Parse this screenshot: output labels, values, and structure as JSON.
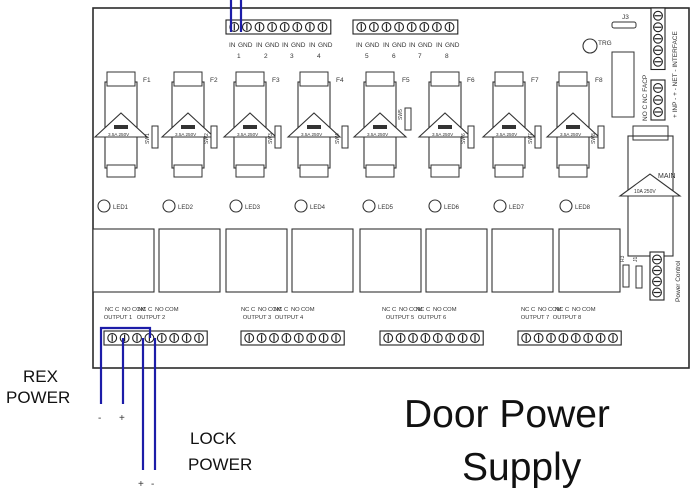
{
  "title": [
    "Door Power",
    "Supply"
  ],
  "rex_label": [
    "REX",
    "POWER"
  ],
  "lock_label": [
    "LOCK",
    "POWER"
  ],
  "rex_polarity": [
    "-",
    "+"
  ],
  "lock_polarity": [
    "+",
    "-"
  ],
  "input_headers": {
    "left": [
      "IN",
      "GND",
      "IN",
      "GND",
      "IN",
      "GND",
      "IN",
      "GND"
    ],
    "left_nums": [
      "1",
      "2",
      "3",
      "4"
    ],
    "right": [
      "IN",
      "GND",
      "IN",
      "GND",
      "IN",
      "GND",
      "IN",
      "GND"
    ],
    "right_nums": [
      "5",
      "6",
      "7",
      "8"
    ]
  },
  "j3_label": "J3",
  "trg_label": "TRG",
  "net_interface_label": "+ INP - + - NET - INTERFACE",
  "facp_label": "NO C NC FACP",
  "fuses": [
    {
      "label": "F1",
      "rating": "3.5A 250V"
    },
    {
      "label": "F2",
      "rating": "3.5A 250V"
    },
    {
      "label": "F3",
      "rating": "3.5A 250V"
    },
    {
      "label": "F4",
      "rating": "3.5A 250V"
    },
    {
      "label": "F5",
      "rating": "3.5A 250V"
    },
    {
      "label": "F6",
      "rating": "3.5A 250V"
    },
    {
      "label": "F7",
      "rating": "3.5A 250V"
    },
    {
      "label": "F8",
      "rating": "3.5A 250V"
    }
  ],
  "main_fuse": {
    "label": "MAIN",
    "rating": "10A 250V"
  },
  "switches": [
    "SW1",
    "SW2",
    "SW3",
    "SW4",
    "SW5",
    "SW6",
    "SW7",
    "SW8"
  ],
  "leds": [
    "LED1",
    "LED2",
    "LED3",
    "LED4",
    "LED5",
    "LED6",
    "LED7",
    "LED8"
  ],
  "power_control_label": "Power Control",
  "r_labels": [
    "R3",
    "J1"
  ],
  "output_terminals": [
    "NC",
    "C",
    "NO",
    "COM"
  ],
  "outputs": [
    "OUTPUT 1",
    "OUTPUT 2",
    "OUTPUT 3",
    "OUTPUT 4",
    "OUTPUT 5",
    "OUTPUT 6",
    "OUTPUT 7",
    "OUTPUT 8"
  ],
  "colors": {
    "wire": "#1c1ca8",
    "board": "#2b2b2b"
  }
}
